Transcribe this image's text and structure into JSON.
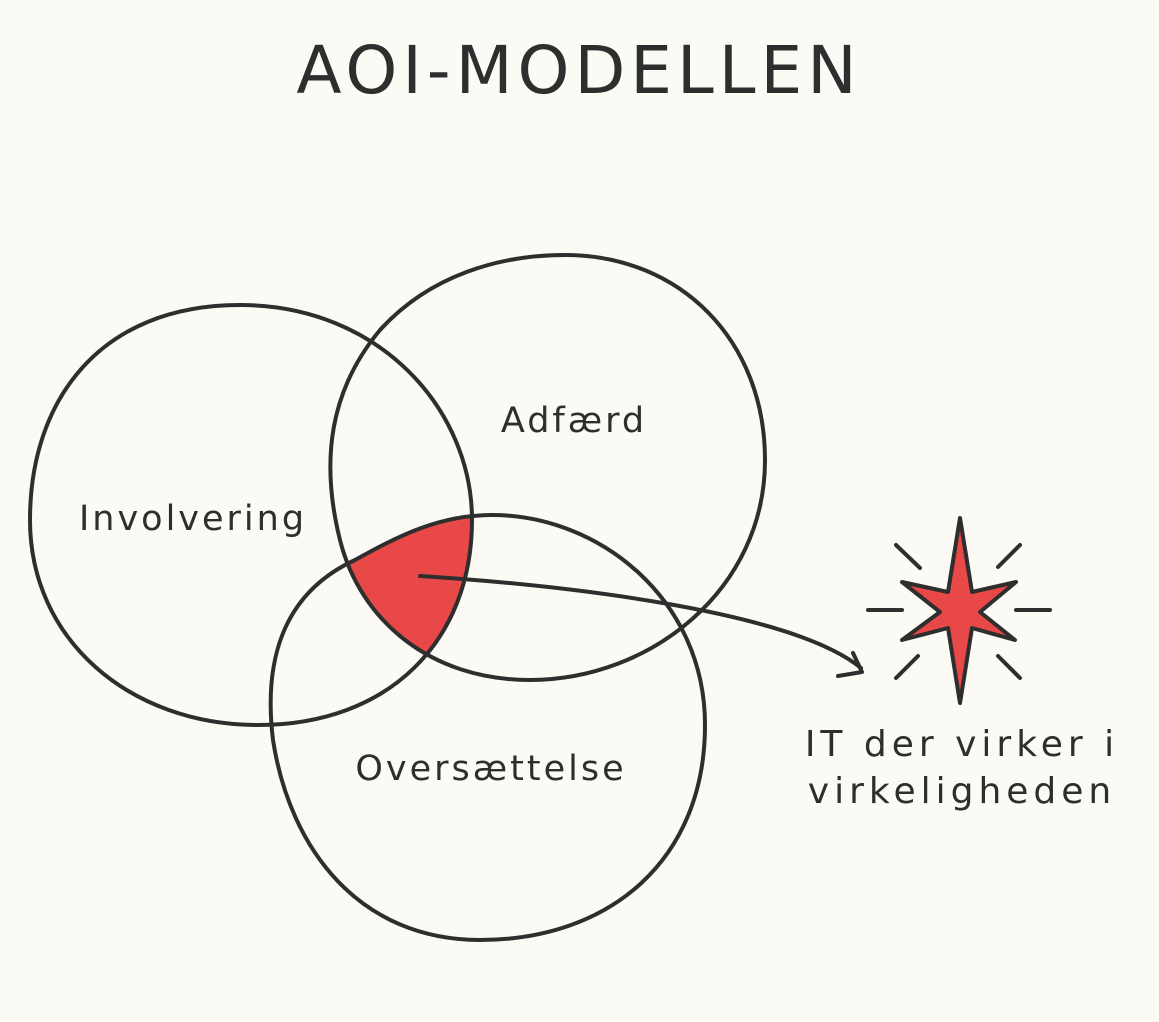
{
  "title": "AOI-MODELLEN",
  "circles": {
    "involvering": "Involvering",
    "adfaerd": "Adfærd",
    "oversaettelse": "Oversættelse"
  },
  "annotation": {
    "line1": "IT der virker i",
    "line2": "virkeligheden"
  },
  "colors": {
    "background": "#fcfaf5",
    "ink": "#2e2e2e",
    "accent": "#e94848"
  },
  "icons": {
    "star": "sparkle-star-icon",
    "arrow": "arrow-right-icon"
  }
}
